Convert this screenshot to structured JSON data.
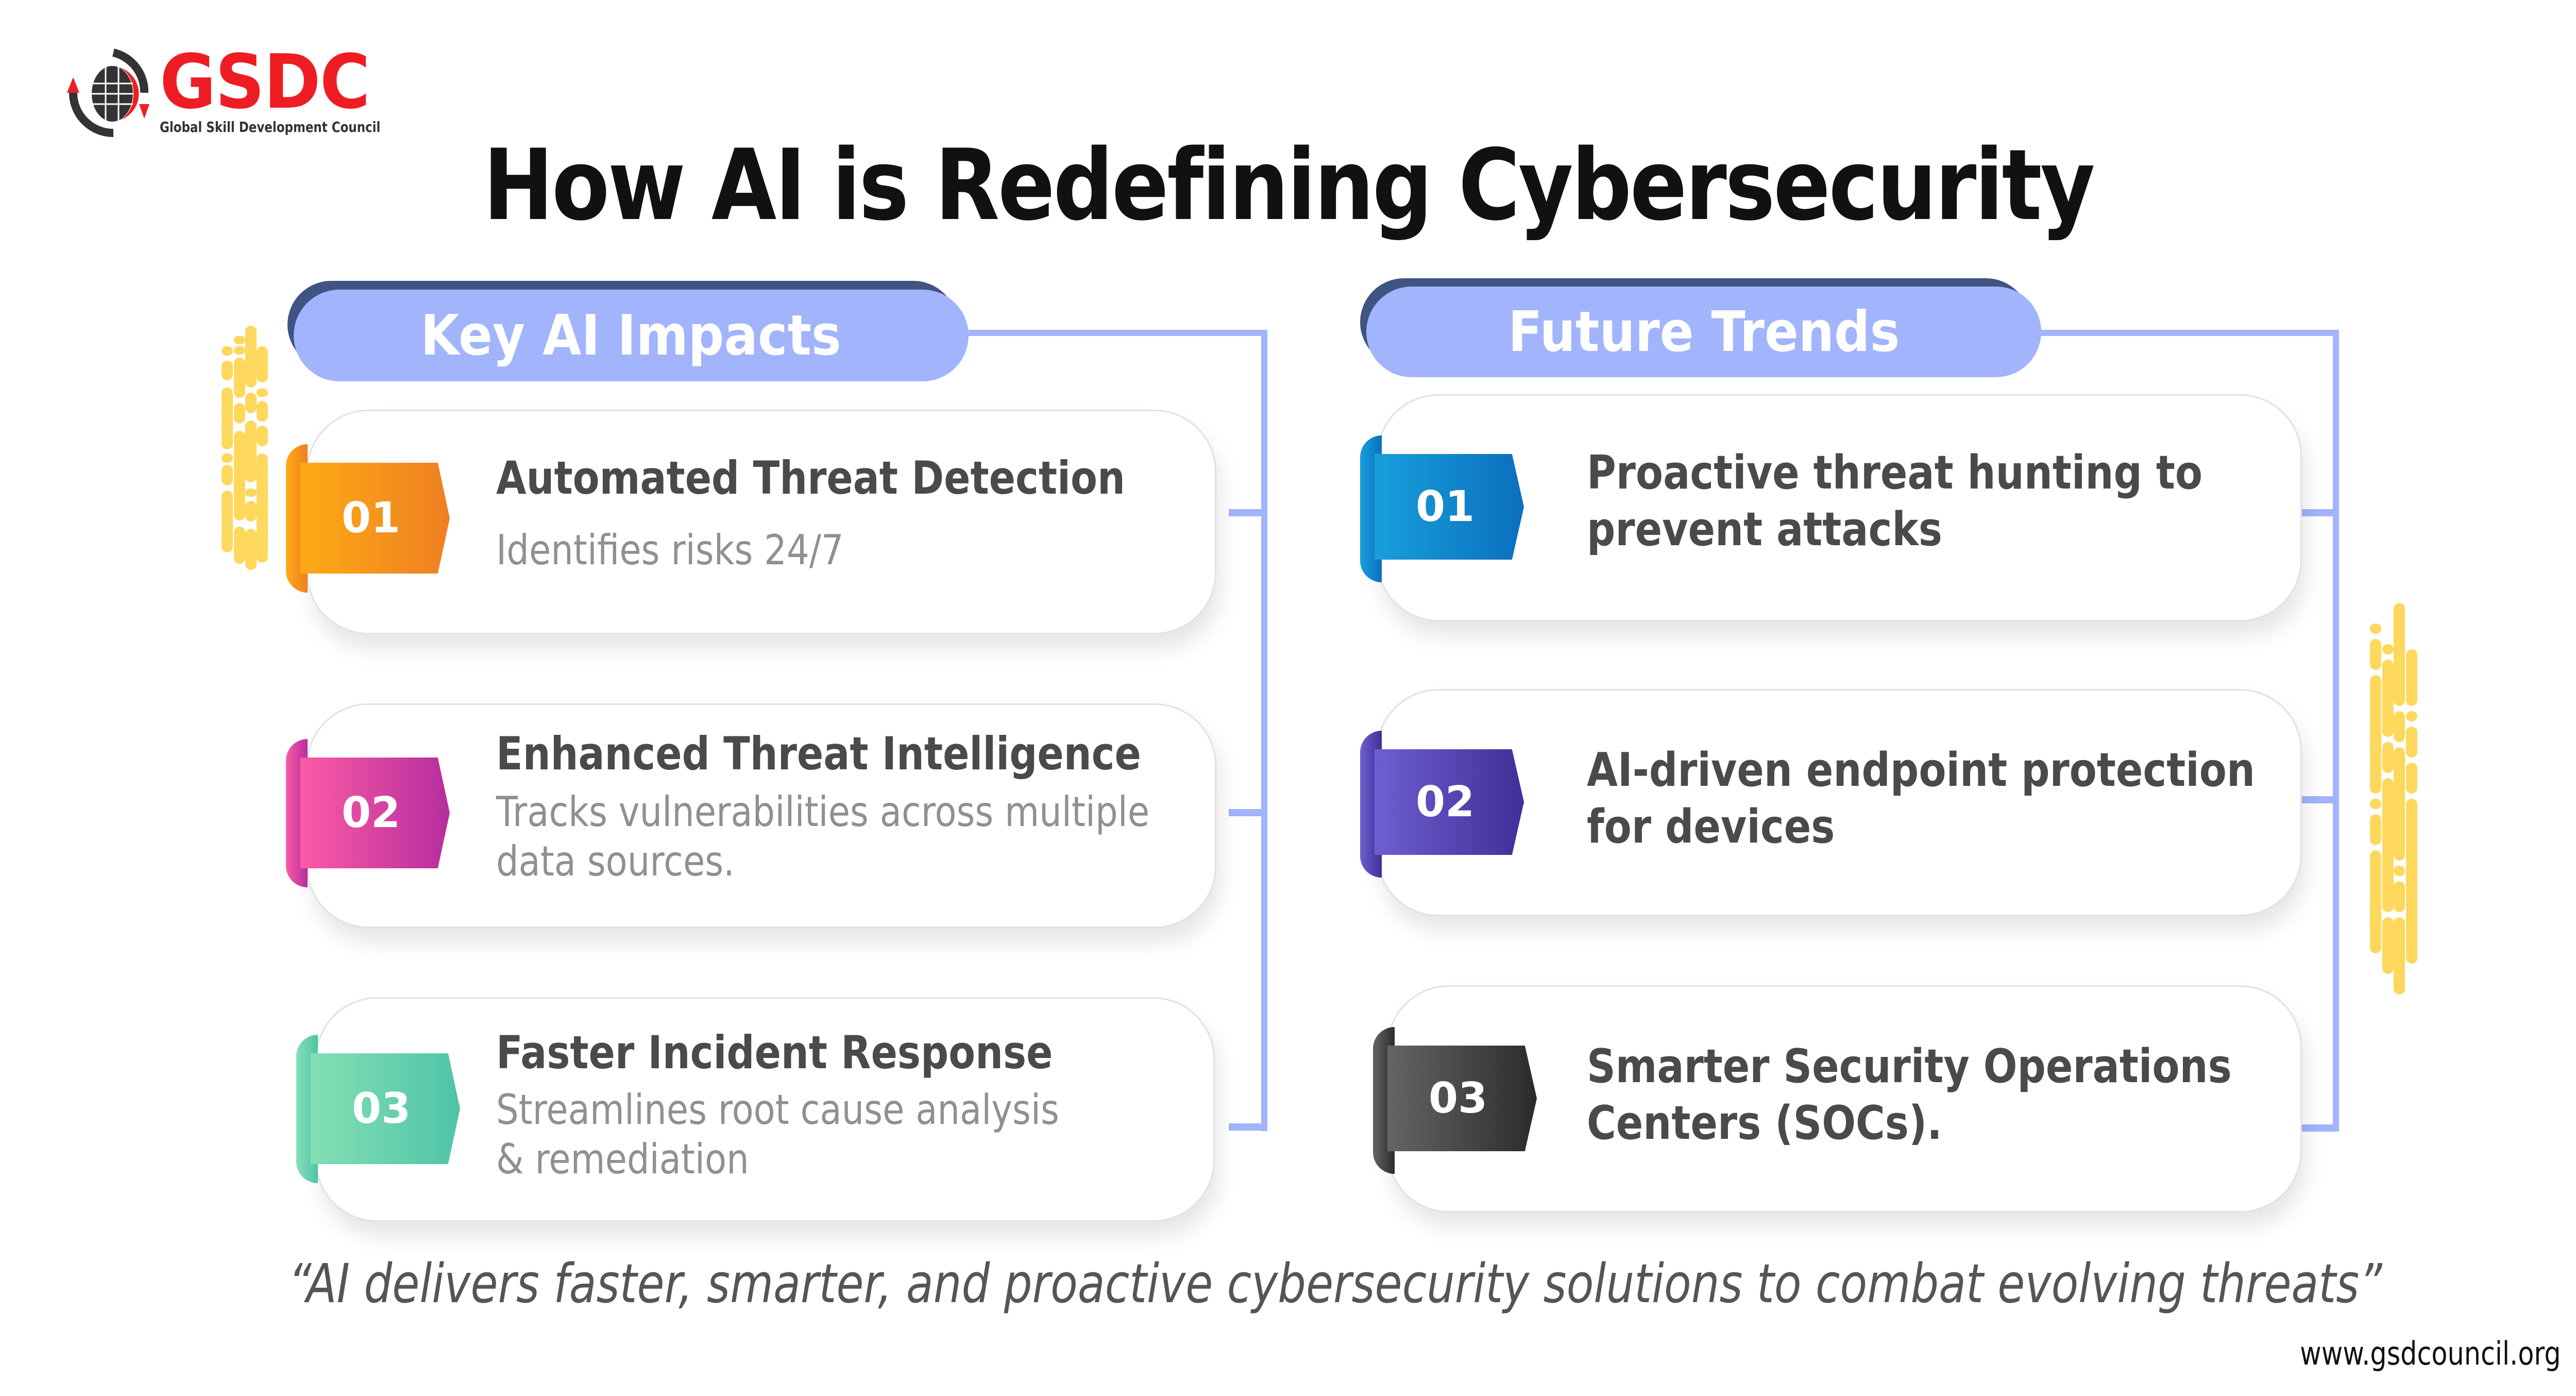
{
  "logo": {
    "name": "GSDC",
    "tagline": "Global Skill Development Council",
    "brand_color": "#ee1d23"
  },
  "title": "How AI is Redefining Cybersecurity",
  "sections": {
    "impacts": {
      "heading": "Key AI Impacts",
      "items": [
        {
          "number": "01",
          "title": "Automated Threat Detection",
          "description": "Identifies risks 24/7",
          "color_from": "#fdaa16",
          "color_to": "#ef7f22"
        },
        {
          "number": "02",
          "title": "Enhanced Threat Intelligence",
          "description": "Tracks vulnerabilities across multiple\ndata sources.",
          "color_from": "#fb5ba4",
          "color_to": "#b52e9d"
        },
        {
          "number": "03",
          "title": "Faster Incident Response",
          "description": "Streamlines root cause analysis\n& remediation",
          "color_from": "#84dfb4",
          "color_to": "#4fc4a8"
        }
      ]
    },
    "trends": {
      "heading": "Future Trends",
      "items": [
        {
          "number": "01",
          "text": "Proactive threat hunting to\nprevent attacks",
          "color_from": "#199fdc",
          "color_to": "#0b6fbd"
        },
        {
          "number": "02",
          "text": "AI-driven endpoint protection\nfor devices",
          "color_from": "#6d5fcf",
          "color_to": "#3f2f98"
        },
        {
          "number": "03",
          "text": "Smarter Security Operations\nCenters (SOCs).",
          "color_from": "#656565",
          "color_to": "#2b2b2b"
        }
      ]
    }
  },
  "quote": "“AI delivers faster, smarter, and proactive cybersecurity solutions to combat evolving threats”",
  "website": "www.gsdcouncil.org"
}
